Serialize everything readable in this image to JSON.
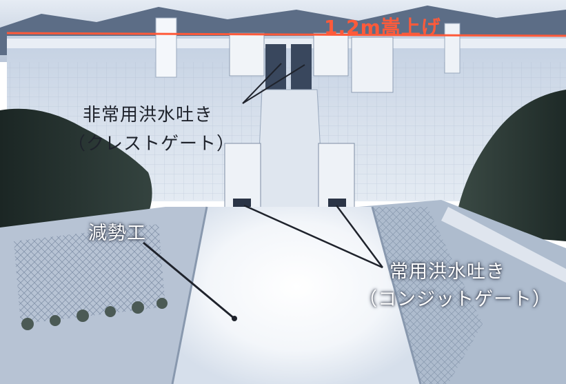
{
  "photo": {
    "labels": {
      "raise_height": "1.2m嵩上げ",
      "emergency_spillway_line1": "非常用洪水吐き",
      "emergency_spillway_line2": "（クレストゲート）",
      "energy_dissipator": "減勢工",
      "normal_spillway_line1": "常用洪水吐き",
      "normal_spillway_line2": "（コンジットゲート）"
    },
    "colors": {
      "raise_line": "#ff5a3a",
      "dam_concrete": "#cfd9e8",
      "forest": "#23302e",
      "water_spray": "#ffffff"
    }
  }
}
